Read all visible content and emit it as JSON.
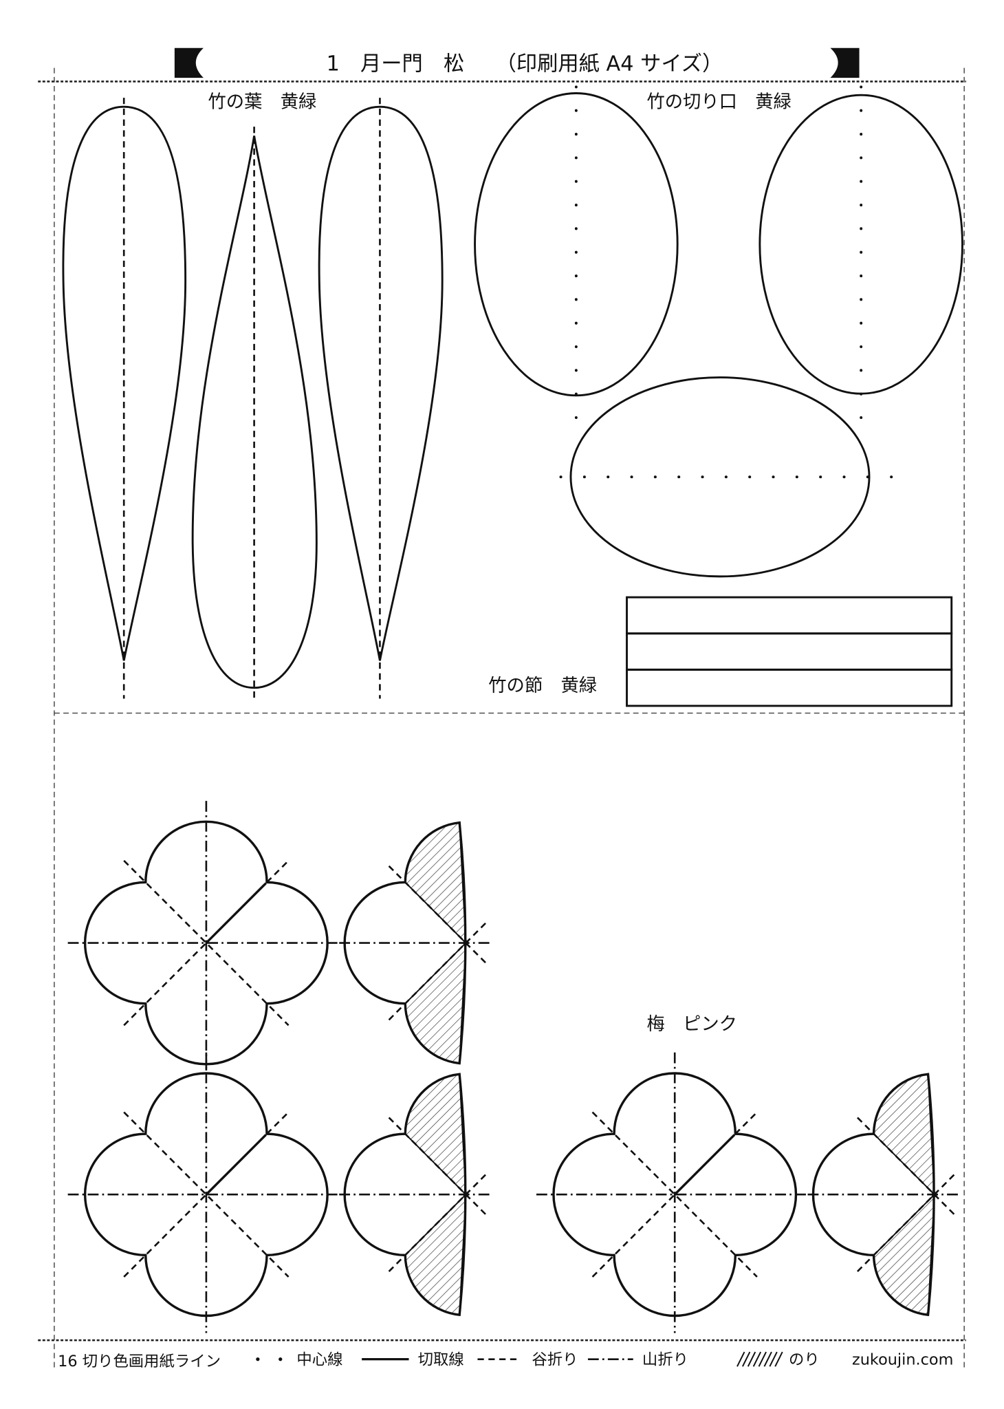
{
  "header": {
    "title": "1　月ー門　松　　（印刷用紙 A4 サイズ）"
  },
  "sections": {
    "bamboo_leaf": "竹の葉　黄緑",
    "bamboo_cut": "竹の切り口　黄緑",
    "bamboo_node": "竹の節　黄緑",
    "plum": "梅　ピンク"
  },
  "footer": {
    "paper_line": "16 切り色画用紙ライン",
    "center_line": "中心線",
    "cut_line": "切取線",
    "valley_fold": "谷折り",
    "mountain_fold": "山折り",
    "glue": "のり",
    "site": "zukoujin.com"
  }
}
